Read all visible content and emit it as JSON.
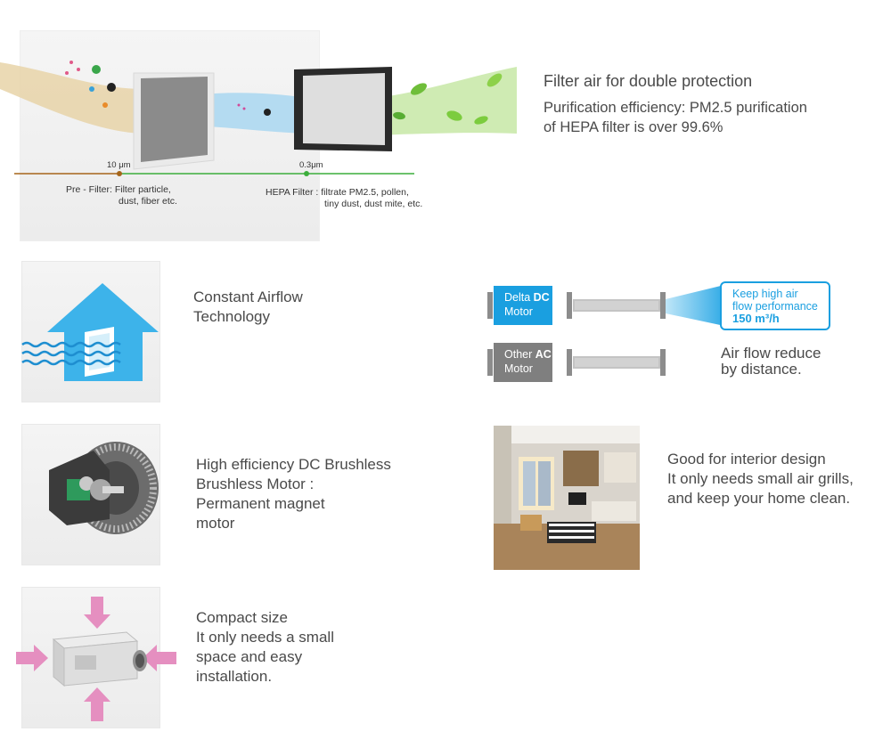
{
  "filter_section": {
    "title": "Filter air for double protection",
    "description_line1": "Purification efficiency: PM2.5 purification",
    "description_line2": "of HEPA filter is over 99.6%",
    "pre_filter_size": "10 μm",
    "hepa_size": "0.3μm",
    "pre_filter_label_line1": "Pre - Filter: Filter particle,",
    "pre_filter_label_line2": "dust, fiber etc.",
    "hepa_label_line1": "HEPA Filter : filtrate PM2.5, pollen,",
    "hepa_label_line2": "tiny dust, dust mite, etc."
  },
  "constant_airflow": {
    "line1": "Constant Airflow",
    "line2": "Technology"
  },
  "motor_compare": {
    "delta_brand": "Delta ",
    "delta_type": "DC",
    "delta_motor": "Motor",
    "other_brand": "Other ",
    "other_type": "AC",
    "other_motor": "Motor",
    "callout_line1": "Keep high air",
    "callout_line2": "flow performance",
    "callout_value": "150 m³/h",
    "reduce_line1": "Air flow reduce",
    "reduce_line2": "by distance."
  },
  "dc_motor": {
    "line1": "High efficiency DC Brushless",
    "line2": "Brushless Motor :",
    "line3": "Permanent magnet",
    "line4": "motor"
  },
  "interior": {
    "line1": "Good for interior design",
    "line2": "It only needs small air grills,",
    "line3": "and keep your home clean."
  },
  "compact": {
    "line1": "Compact size",
    "line2": "It only needs a small",
    "line3": "space and easy",
    "line4": "installation."
  },
  "colors": {
    "blue": "#1a9fe0",
    "gray_box": "#7f7f7f",
    "pink_arrow": "#e58fc0",
    "pre_dot": "#a5651a",
    "hepa_dot": "#3cae3c"
  }
}
